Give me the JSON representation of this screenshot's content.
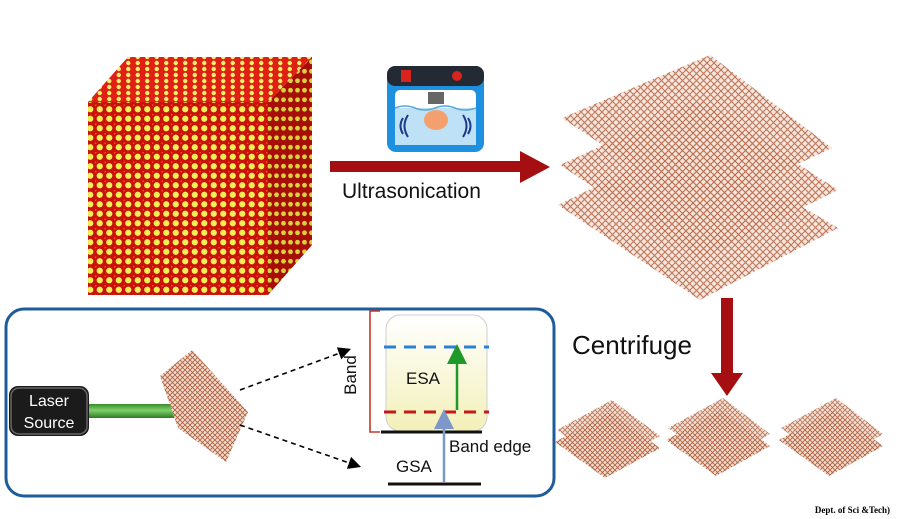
{
  "labels": {
    "ultrasonication": "Ultrasonication",
    "centrifuge": "Centrifuge",
    "laser_line1": "Laser",
    "laser_line2": "Source",
    "band": "Band",
    "esa": "ESA",
    "band_edge": "Band edge",
    "gsa": "GSA"
  },
  "credit": "Dept. of Sci &Tech)",
  "colors": {
    "crystal_red": "#d4160c",
    "crystal_yellow": "#f3ef52",
    "arrow_red": "#a50f12",
    "panel_border": "#1f5d9a",
    "layer_brown": "#b86a4a",
    "laser_green": "#3c9a2a",
    "esa_dash_blue": "#2b7fd8",
    "esa_arrow_green": "#1f9a2a",
    "band_edge_dash_red": "#c21818",
    "gsa_arrow_blue": "#7d97c8"
  }
}
